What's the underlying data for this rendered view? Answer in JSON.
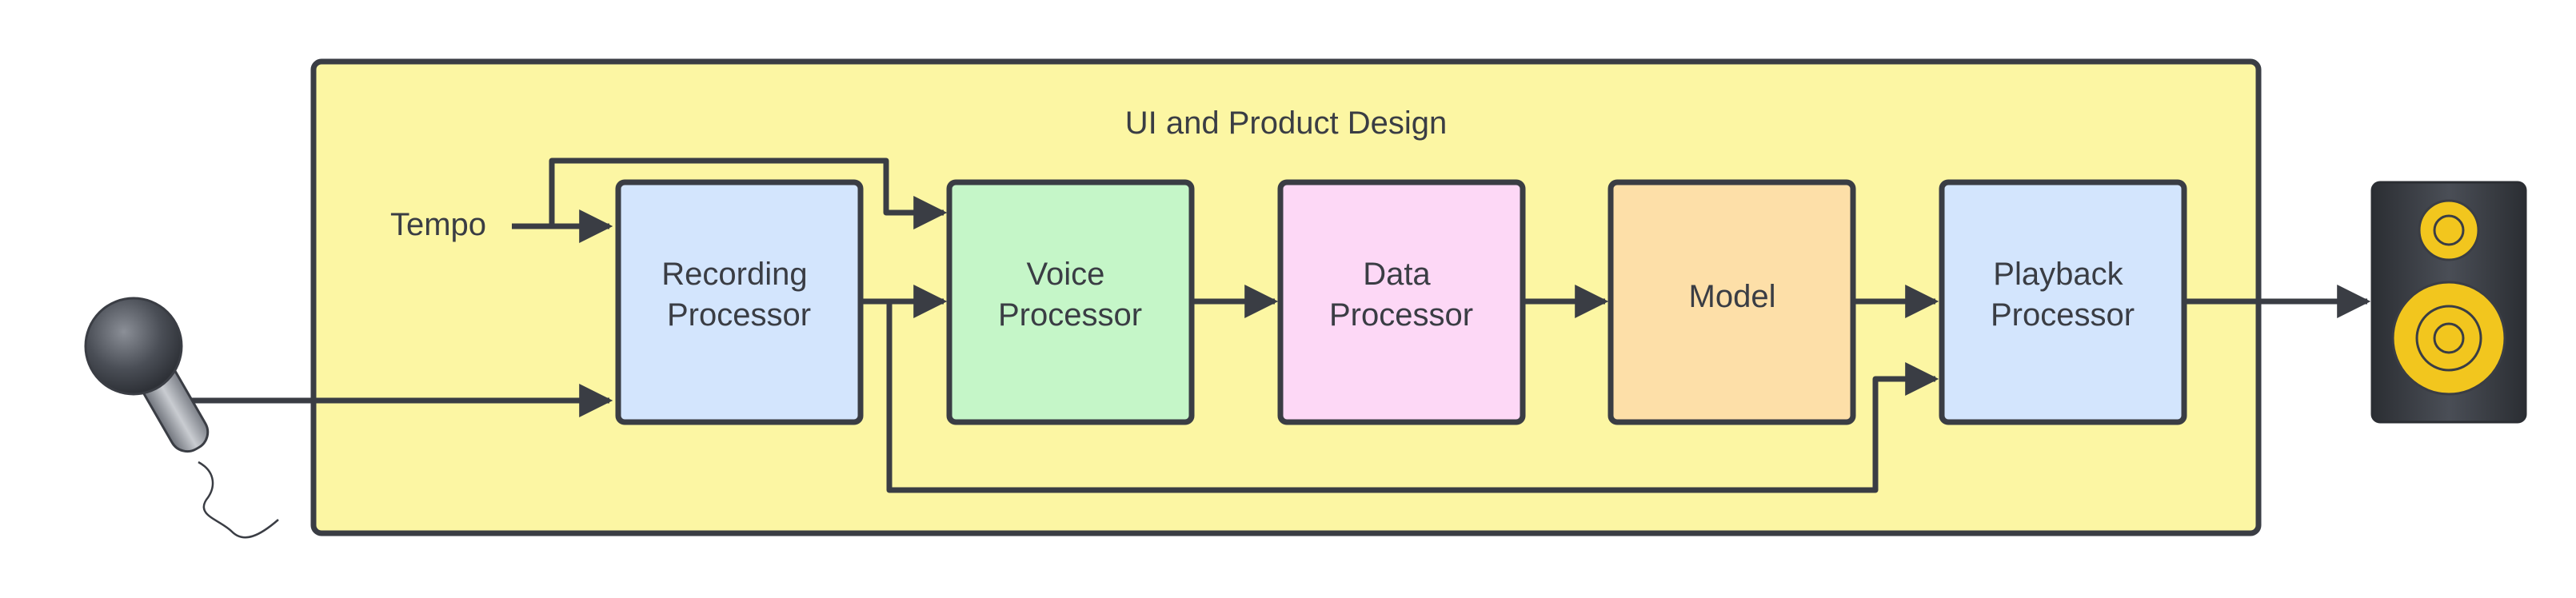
{
  "container": {
    "title": "UI and Product Design",
    "fill": "#fcf6a3"
  },
  "input": {
    "tempo_label": "Tempo",
    "microphone_icon": "microphone-icon"
  },
  "output": {
    "speaker_icon": "speaker-icon",
    "speaker_body_color": "#3b3e44",
    "speaker_cone_color": "#f2c61e"
  },
  "nodes": [
    {
      "id": "recording-processor",
      "lines": [
        "Recording",
        "Processor"
      ],
      "fill": "#d3e5fd"
    },
    {
      "id": "voice-processor",
      "lines": [
        "Voice",
        "Processor"
      ],
      "fill": "#c5f6c8"
    },
    {
      "id": "data-processor",
      "lines": [
        "Data",
        "Processor"
      ],
      "fill": "#fdd8f6"
    },
    {
      "id": "model",
      "lines": [
        "Model"
      ],
      "fill": "#fddfa8"
    },
    {
      "id": "playback-processor",
      "lines": [
        "Playback",
        "Processor"
      ],
      "fill": "#d3e5fd"
    }
  ],
  "edges": [
    {
      "from": "tempo",
      "to": "recording-processor"
    },
    {
      "from": "tempo",
      "to": "voice-processor"
    },
    {
      "from": "microphone",
      "to": "recording-processor"
    },
    {
      "from": "recording-processor",
      "to": "voice-processor"
    },
    {
      "from": "recording-processor",
      "to": "playback-processor"
    },
    {
      "from": "voice-processor",
      "to": "data-processor"
    },
    {
      "from": "data-processor",
      "to": "model"
    },
    {
      "from": "model",
      "to": "playback-processor"
    },
    {
      "from": "playback-processor",
      "to": "speaker"
    }
  ],
  "colors": {
    "stroke": "#3a3d44",
    "text": "#3a3d44"
  }
}
